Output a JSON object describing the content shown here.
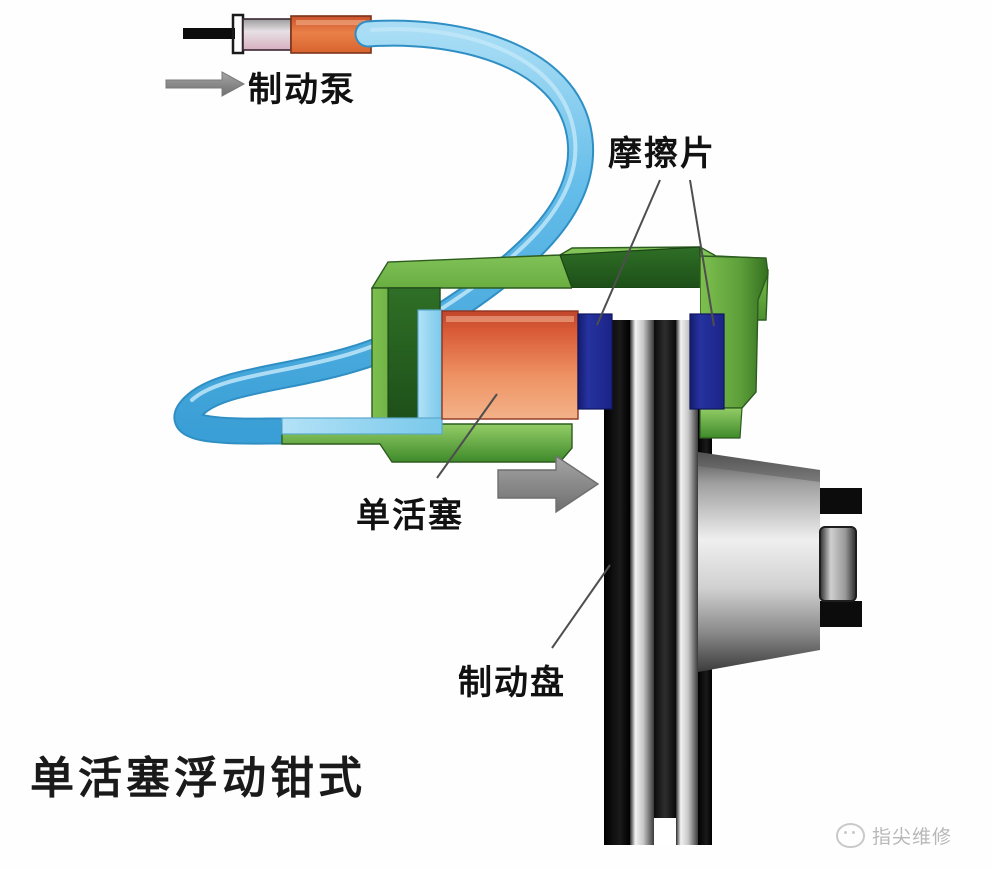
{
  "diagram": {
    "title": "单活塞浮动钳式",
    "labels": {
      "pump": "制动泵",
      "pads": "摩擦片",
      "piston": "单活塞",
      "disc": "制动盘"
    },
    "watermark": {
      "text": "指尖维修",
      "logo": "wechat-logo-icon"
    },
    "colors": {
      "background": "#ffffff",
      "caliper_green_light": "#7cbf52",
      "caliper_green_mid": "#5d9e3a",
      "caliper_green_dark": "#27601f",
      "piston_copper_dark": "#c94a2e",
      "piston_copper_light": "#f2a87f",
      "pad_blue": "#1d2a9c",
      "pad_blue_light": "#3a47bb",
      "hose_blue": "#57b7e8",
      "hose_blue_light": "#9ad7f2",
      "fluid_blue": "#8fd2f0",
      "disc_metal_light": "#e8e8e8",
      "disc_metal_dark": "#141414",
      "hub_metal_light": "#f0f0f0",
      "hub_metal_dark": "#4a4a4a",
      "arrow_gray": "#8c8c8c",
      "leader_gray": "#5a5a5a",
      "cylinder_orange": "#e2713f",
      "cylinder_black": "#111111",
      "label_text": "#111111",
      "watermark_text": "#b8b8b8"
    },
    "parts": [
      {
        "name": "master-cylinder",
        "label": "制动泵"
      },
      {
        "name": "brake-hose",
        "label": ""
      },
      {
        "name": "caliper-body",
        "label": ""
      },
      {
        "name": "piston",
        "label": "单活塞"
      },
      {
        "name": "inner-friction-pad",
        "label": "摩擦片"
      },
      {
        "name": "outer-friction-pad",
        "label": "摩擦片"
      },
      {
        "name": "brake-disc",
        "label": "制动盘"
      },
      {
        "name": "wheel-hub",
        "label": ""
      }
    ]
  }
}
